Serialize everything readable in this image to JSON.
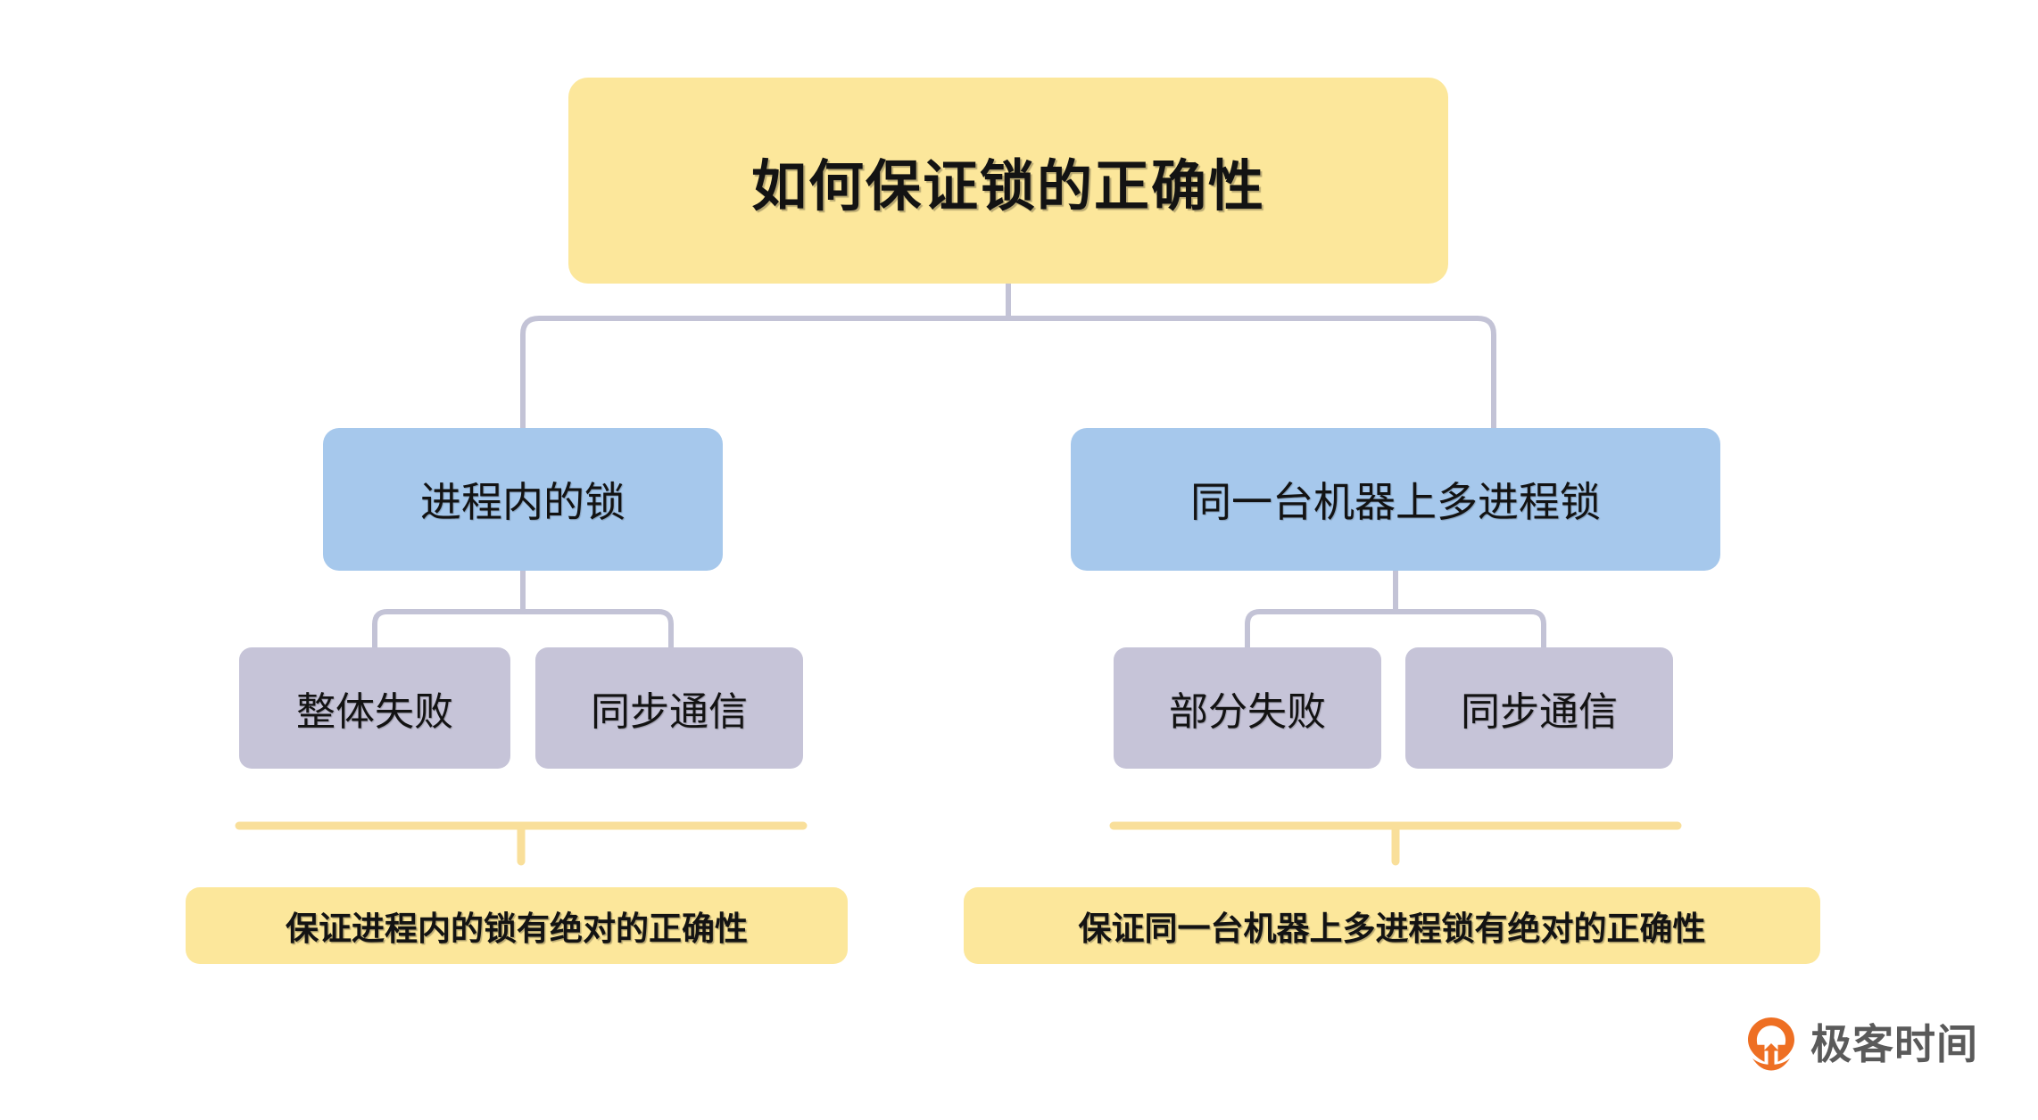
{
  "diagram": {
    "root": {
      "label": "如何保证锁的正确性",
      "color": "#fce79b"
    },
    "branches": [
      {
        "label": "进程内的锁",
        "color": "#a6c8ec",
        "leaves": [
          {
            "label": "整体失败",
            "color": "#c6c4d8"
          },
          {
            "label": "同步通信",
            "color": "#c6c4d8"
          }
        ],
        "summary": {
          "label": "保证进程内的锁有绝对的正确性",
          "color": "#fce79b"
        }
      },
      {
        "label": "同一台机器上多进程锁",
        "color": "#a6c8ec",
        "leaves": [
          {
            "label": "部分失败",
            "color": "#c6c4d8"
          },
          {
            "label": "同步通信",
            "color": "#c6c4d8"
          }
        ],
        "summary": {
          "label": "保证同一台机器上多进程锁有绝对的正确性",
          "color": "#fce79b"
        }
      }
    ],
    "connector_color": "#c3c3d6",
    "bracket_color": "#f9df9a"
  },
  "branding": {
    "logo_text": "极客时间",
    "logo_mark": "geekbang-pin-icon",
    "logo_color": "#ee6f23",
    "logo_text_color": "#5a5a5a"
  }
}
